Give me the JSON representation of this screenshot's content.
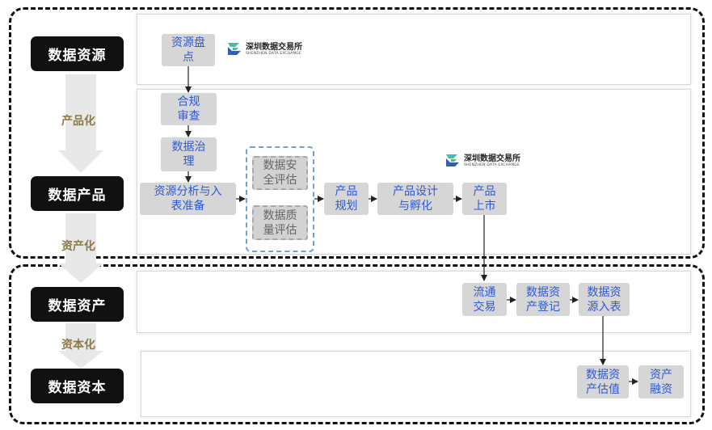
{
  "stages": {
    "resource": "数据资源",
    "product": "数据产品",
    "asset": "数据资产",
    "capital": "数据资本"
  },
  "transitions": {
    "productize": "产品化",
    "assetize": "资产化",
    "capitalize": "资本化"
  },
  "steps": {
    "inventory": "资源盘\n点",
    "compliance": "合规\n审查",
    "governance": "数据治\n理",
    "analysis": "资源分析与入\n表准备",
    "security_eval": "数据安\n全评估",
    "quality_eval": "数据质\n量评估",
    "planning": "产品\n规划",
    "design": "产品设计\n与孵化",
    "listing": "产品\n上市",
    "trading": "流通\n交易",
    "registration": "数据资\n产登记",
    "bookkeeping": "数据资\n源入表",
    "valuation": "数据资\n产估值",
    "financing": "资产\n融资"
  },
  "logo": {
    "name_zh": "深圳数据交易所",
    "name_en": "SHENZHEN DATA EXCHANGE",
    "colors": [
      "#3cc0a6",
      "#2e5fb8"
    ]
  },
  "colors": {
    "step_text": "#2d59d6",
    "step_fill": "#d6d6d6",
    "transition_text": "#8f7a45",
    "group_border": "#6ea2d6"
  }
}
